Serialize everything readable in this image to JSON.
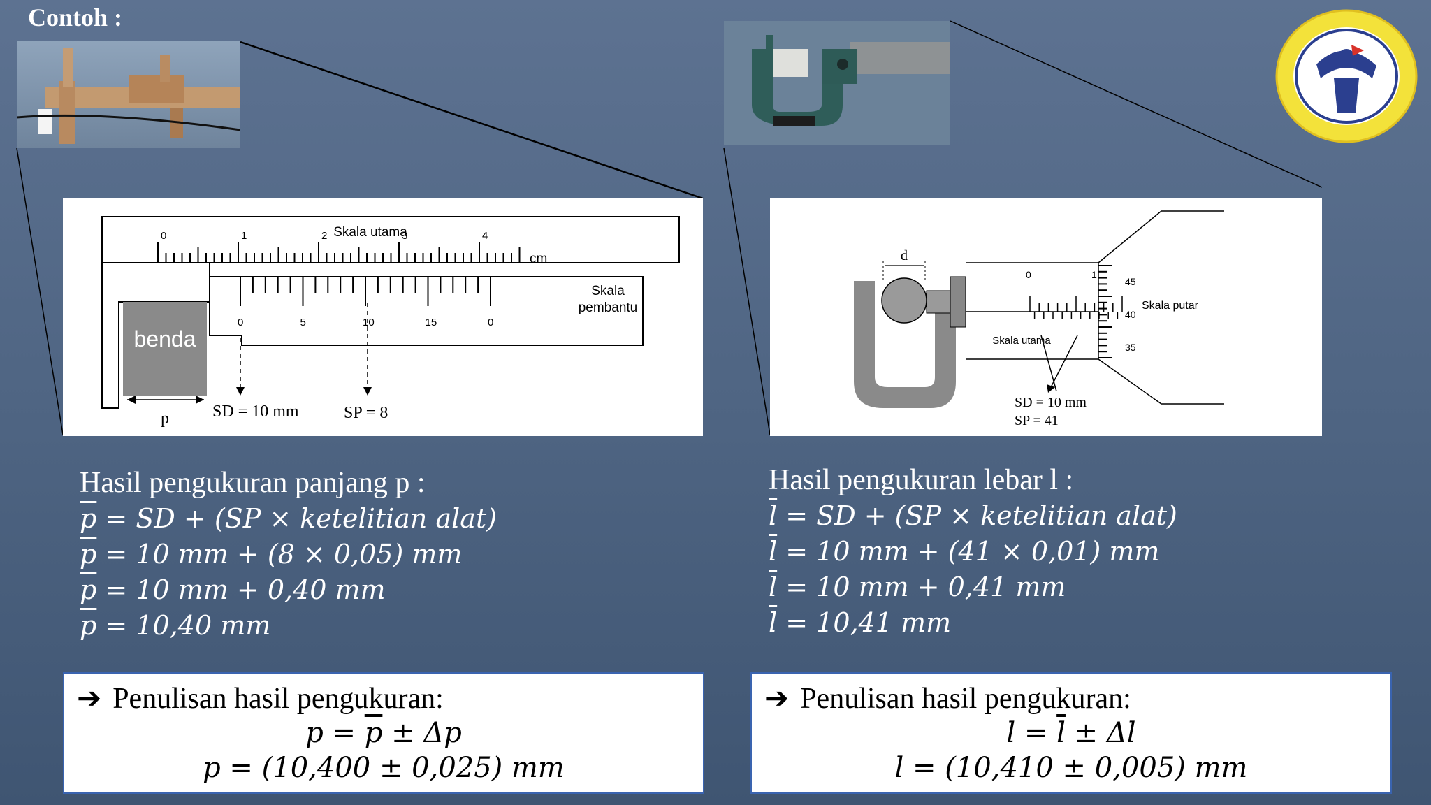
{
  "slide": {
    "title": "Contoh :"
  },
  "caliper_diagram": {
    "main_scale_label": "Skala utama",
    "main_scale_numbers": [
      "0",
      "1",
      "2",
      "3",
      "4"
    ],
    "unit_label": "cm",
    "vernier_label_line1": "Skala",
    "vernier_label_line2": "pembantu",
    "vernier_numbers": [
      "0",
      "5",
      "10",
      "15",
      "0"
    ],
    "object_label": "benda",
    "length_symbol": "p",
    "sd_label": "SD = 10 mm",
    "sp_label": "SP = 8"
  },
  "micrometer_diagram": {
    "diameter_symbol": "d",
    "sleeve_numbers": [
      "0",
      "1"
    ],
    "thimble_numbers": [
      "45",
      "40",
      "35"
    ],
    "thimble_label": "Skala putar",
    "sleeve_label": "Skala utama",
    "sd_label": "SD = 10 mm",
    "sp_label": "SP = 41"
  },
  "left_result": {
    "heading": "Hasil pengukuran panjang p :",
    "lines": [
      "= SD + (SP  × ketelitian alat)",
      "= 10 mm + (8  × 0,05) mm",
      "= 10 mm + 0,40 mm",
      "= 10,40 mm"
    ],
    "variable": "p"
  },
  "right_result": {
    "heading": "Hasil pengukuran lebar l :",
    "lines": [
      "= SD + (SP  × ketelitian alat)",
      "= 10 mm + (41  × 0,01) mm",
      "= 10 mm + 0,41 mm",
      "= 10,41 mm"
    ],
    "variable": "l"
  },
  "left_box": {
    "label": "Penulisan hasil pengukuran:",
    "formula_var": "p",
    "formula_rest": "± Δp",
    "result": "p = (10,400 ± 0,025) mm"
  },
  "right_box": {
    "label": "Penulisan hasil pengukuran:",
    "formula_var": "l",
    "formula_rest": "± Δl",
    "result": "l = (10,410 ± 0,005) mm"
  },
  "colors": {
    "background_top": "#5d7291",
    "background_bottom": "#3f5572",
    "box_border": "#3a64b0",
    "logo_yellow": "#f3e23a",
    "logo_blue": "#2b3f8f"
  }
}
